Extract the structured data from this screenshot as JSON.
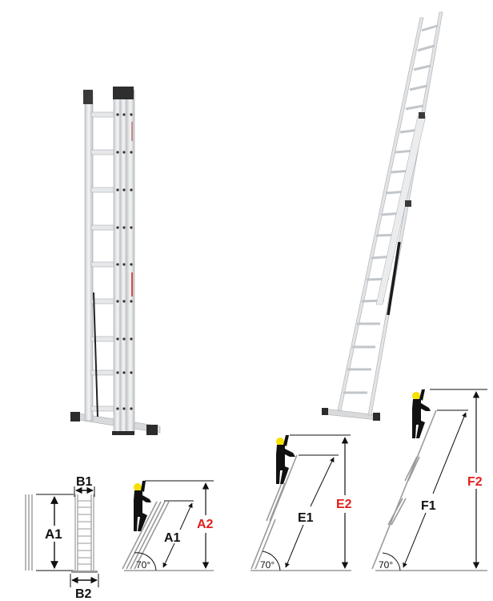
{
  "colors": {
    "background": "#ffffff",
    "dimension_black": "#111111",
    "dimension_red": "#e0201c",
    "ladder_gray": "#9a9a9a",
    "helmet_yellow": "#f5e000",
    "aluminium": "#e4e6e8",
    "aluminium_edge": "#b8bcc0",
    "foot_dark": "#2c2c2c"
  },
  "product_views": {
    "collapsed": {
      "name": "three-section ladder collapsed",
      "rungs": 9
    },
    "extended": {
      "name": "three-section ladder extended, leaning",
      "rungs": 18
    }
  },
  "diagrams": {
    "dimensions": {
      "height_label": "A1",
      "top_width_label": "B1",
      "base_width_label": "B2"
    },
    "reach_1": {
      "length_label": "A1",
      "reach_label": "A2",
      "angle_label": "70°"
    },
    "reach_2": {
      "length_label": "E1",
      "reach_label": "E2",
      "angle_label": "70°"
    },
    "reach_3": {
      "length_label": "F1",
      "reach_label": "F2",
      "angle_label": "70°"
    }
  }
}
